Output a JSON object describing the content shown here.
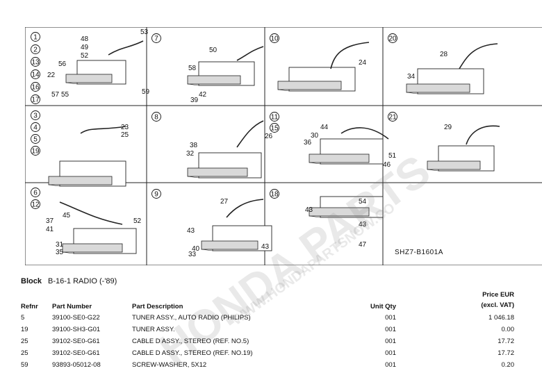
{
  "diagram": {
    "drawing_code": "SHZ7-B1601A",
    "cells": [
      {
        "refs": [
          "1",
          "2",
          "13",
          "14",
          "16",
          "17"
        ],
        "parts": [
          "48",
          "49",
          "52",
          "53",
          "56",
          "22",
          "57",
          "55",
          "59"
        ]
      },
      {
        "refs": [
          "7"
        ],
        "parts": [
          "50",
          "58",
          "42",
          "39"
        ]
      },
      {
        "refs": [
          "10"
        ],
        "parts": [
          "24"
        ]
      },
      {
        "refs": [
          "20"
        ],
        "parts": [
          "28",
          "34"
        ]
      },
      {
        "refs": [
          "3",
          "4",
          "5",
          "19"
        ],
        "parts": [
          "23",
          "25"
        ]
      },
      {
        "refs": [
          "8"
        ],
        "parts": [
          "26",
          "38",
          "32"
        ]
      },
      {
        "refs": [
          "11",
          "15"
        ],
        "parts": [
          "44",
          "30",
          "36",
          "51",
          "46"
        ]
      },
      {
        "refs": [
          "21"
        ],
        "parts": [
          "29"
        ]
      },
      {
        "refs": [
          "6",
          "12"
        ],
        "parts": [
          "45",
          "52",
          "37",
          "41",
          "31",
          "35"
        ]
      },
      {
        "refs": [
          "9"
        ],
        "parts": [
          "27",
          "43",
          "40",
          "33",
          "43"
        ]
      },
      {
        "refs": [
          "18"
        ],
        "parts": [
          "54",
          "43",
          "43",
          "47"
        ]
      }
    ]
  },
  "block": {
    "label": "Block",
    "value": "B-16-1 RADIO (-'89)"
  },
  "table": {
    "headers": {
      "refnr": "Refnr",
      "part_number": "Part Number",
      "description": "Part Description",
      "unit_qty": "Unit Qty",
      "price_line1": "Price EUR",
      "price_line2": "(excl. VAT)"
    },
    "rows": [
      {
        "refnr": "5",
        "part_number": "39100-SE0-G22",
        "description": "TUNER ASSY., AUTO RADIO (PHILIPS)",
        "qty": "001",
        "price": "1 046.18"
      },
      {
        "refnr": "19",
        "part_number": "39100-SH3-G01",
        "description": "TUNER ASSY.",
        "qty": "001",
        "price": "0.00"
      },
      {
        "refnr": "25",
        "part_number": "39102-SE0-G61",
        "description": "CABLE D ASSY., STEREO (REF. NO.5)",
        "qty": "001",
        "price": "17.72"
      },
      {
        "refnr": "25",
        "part_number": "39102-SE0-G61",
        "description": "CABLE D ASSY., STEREO (REF. NO.19)",
        "qty": "001",
        "price": "17.72"
      },
      {
        "refnr": "59",
        "part_number": "93893-05012-08",
        "description": "SCREW-WASHER, 5X12",
        "qty": "001",
        "price": "0.20"
      }
    ]
  },
  "watermark": {
    "text1": "HONDA PARTS",
    "text2": "WWW.HONDAPARTSNOW.CO"
  }
}
